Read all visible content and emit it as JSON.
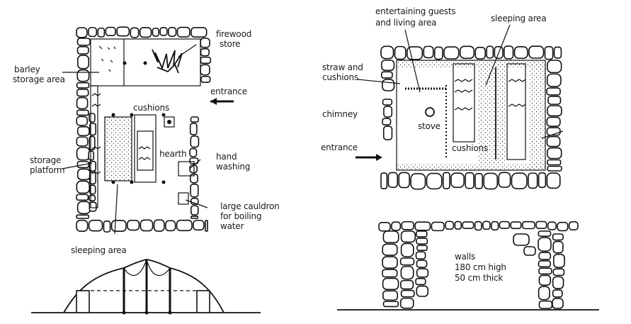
{
  "left_plan": {
    "labels": {
      "firewood": [
        "firewood",
        "store"
      ],
      "barley": [
        "barley",
        "storage area"
      ],
      "entrance": "entrance",
      "cushions": "cushions",
      "hearth": "hearth",
      "hand": [
        "hand",
        "washing"
      ],
      "storage": [
        "storage",
        "platform"
      ],
      "cauldron": [
        "large cauldron",
        "for boiling",
        "water"
      ],
      "sleeping": "sleeping area"
    }
  },
  "right_plan": {
    "labels": {
      "entertaining": [
        "entertaining guests",
        "and living area"
      ],
      "sleeping": "sleeping area",
      "straw": [
        "straw and",
        "cushions"
      ],
      "chimney": "chimney",
      "stove": "stove",
      "entrance": "entrance",
      "cushions": "cushions"
    }
  },
  "right_section": {
    "labels": {
      "walls": [
        "walls",
        "180 cm high",
        "50 cm thick"
      ]
    }
  },
  "colors": {
    "ink": "#111111",
    "paper": "#ffffff"
  }
}
